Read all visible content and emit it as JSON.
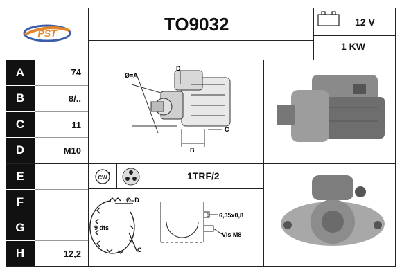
{
  "header": {
    "logo_text": "PST",
    "part_number": "TO9032",
    "voltage": "12 V",
    "power": "1 KW"
  },
  "rows": [
    {
      "letter": "A",
      "value": "74"
    },
    {
      "letter": "B",
      "value": "8/.."
    },
    {
      "letter": "C",
      "value": "11"
    },
    {
      "letter": "D",
      "value": "M10"
    },
    {
      "letter": "E",
      "value": ""
    },
    {
      "letter": "F",
      "value": ""
    },
    {
      "letter": "G",
      "value": ""
    },
    {
      "letter": "H",
      "value": "12,2"
    }
  ],
  "diagram_labels": {
    "dia_a": "Ø=A",
    "d": "D",
    "b": "B",
    "c": "C"
  },
  "rotation": {
    "label": "CW"
  },
  "mount_code": "1TRF/2",
  "gear": {
    "teeth": "9 dts",
    "dia_d": "Ø=D",
    "c": "C"
  },
  "terminal": {
    "thread": "6,35x0,8",
    "screw": "Vis M8"
  },
  "colors": {
    "border": "#222222",
    "letter_bg": "#111111",
    "letter_fg": "#ffffff",
    "logo_orange": "#e3872b",
    "logo_blue": "#3b5cad"
  }
}
